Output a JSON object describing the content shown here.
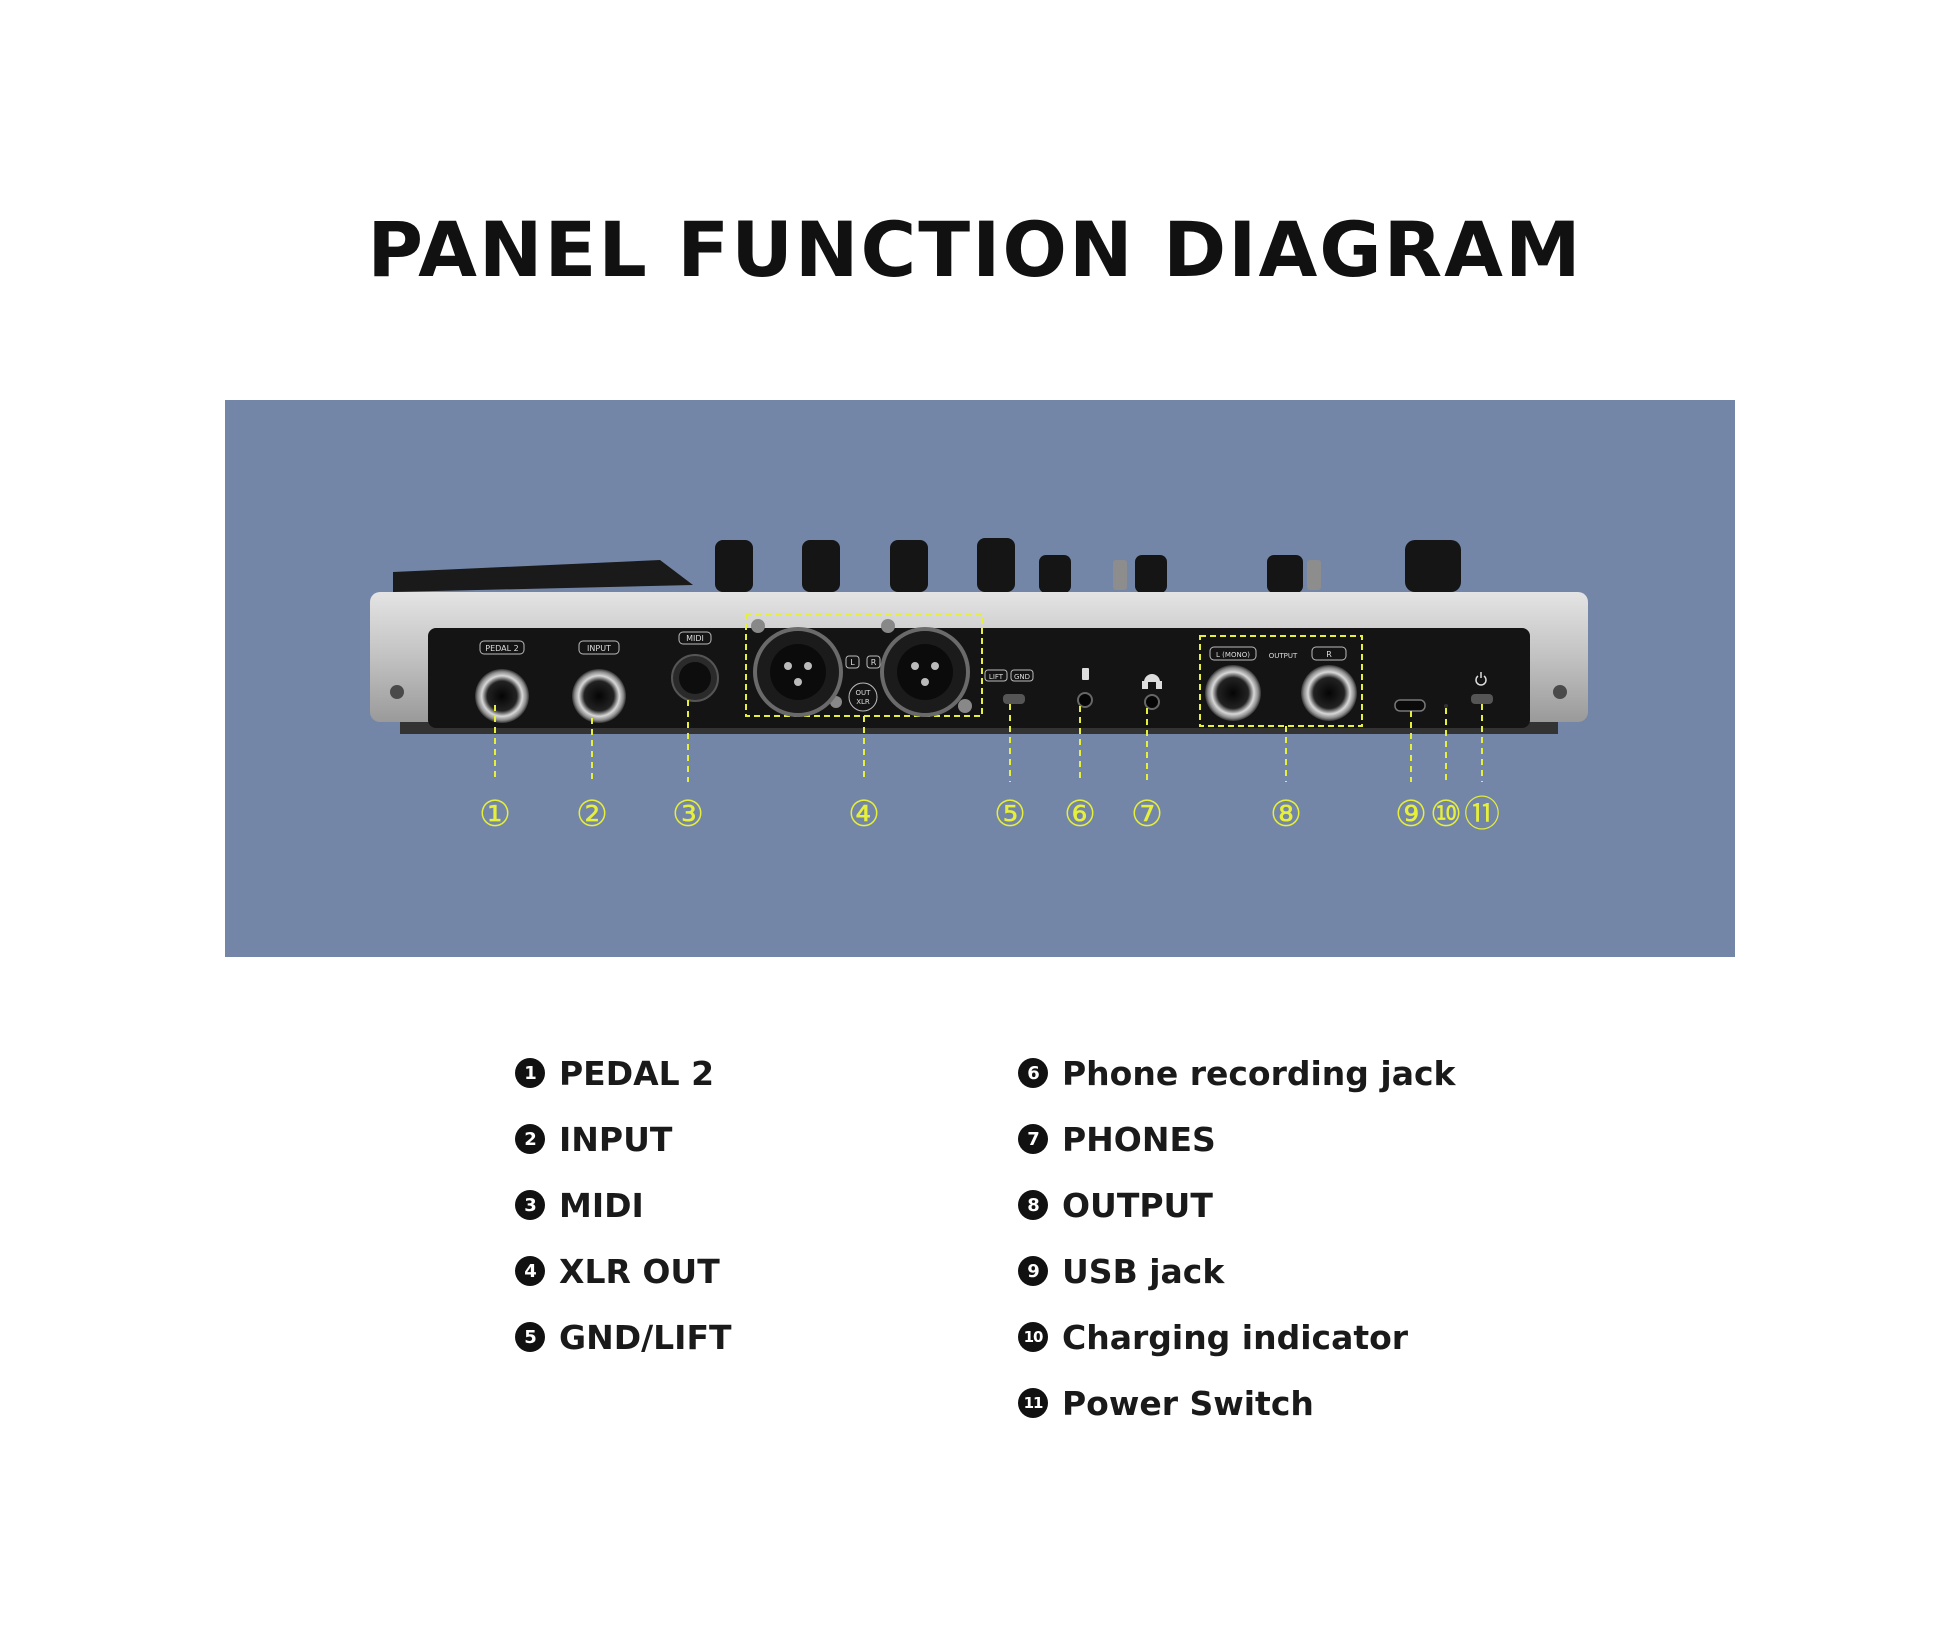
{
  "title": "PANEL FUNCTION DIAGRAM",
  "colors": {
    "background_panel": "#7486a8",
    "callout": "#e6ef3a",
    "device_body": "#c4c4c4",
    "device_face": "#141414"
  },
  "panel_labels": {
    "pedal2": "PEDAL 2",
    "input": "INPUT",
    "midi": "MIDI",
    "xlr_l": "L",
    "xlr_r": "R",
    "xlr_out_1": "OUT",
    "xlr_out_2": "XLR",
    "lift": "LIFT",
    "gnd": "GND",
    "out_l": "L (MONO)",
    "output": "OUTPUT",
    "out_r": "R",
    "power_icon": "power-icon",
    "headphone_icon": "headphone-icon"
  },
  "callouts": [
    "①",
    "②",
    "③",
    "④",
    "⑤",
    "⑥",
    "⑦",
    "⑧",
    "⑨",
    "⑩",
    "⑪"
  ],
  "legend": {
    "left": [
      {
        "num": "1",
        "label": "PEDAL 2"
      },
      {
        "num": "2",
        "label": "INPUT"
      },
      {
        "num": "3",
        "label": "MIDI"
      },
      {
        "num": "4",
        "label": "XLR OUT"
      },
      {
        "num": "5",
        "label": "GND/LIFT"
      }
    ],
    "right": [
      {
        "num": "6",
        "label": "Phone recording jack"
      },
      {
        "num": "7",
        "label": "PHONES"
      },
      {
        "num": "8",
        "label": "OUTPUT"
      },
      {
        "num": "9",
        "label": "USB jack"
      },
      {
        "num": "10",
        "label": "Charging indicator"
      },
      {
        "num": "11",
        "label": "Power Switch"
      }
    ]
  }
}
